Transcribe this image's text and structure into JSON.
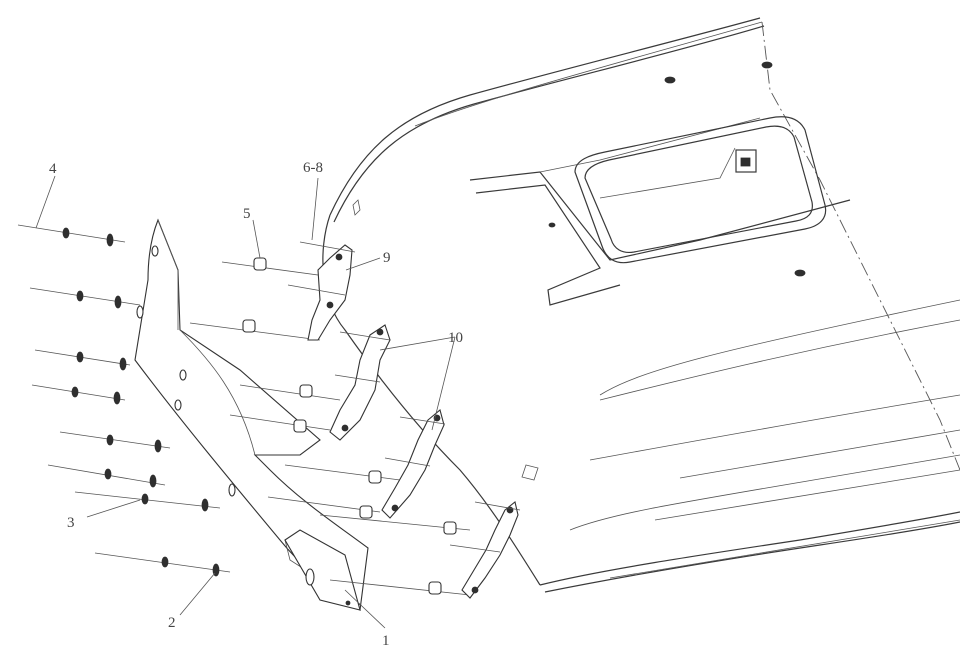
{
  "callouts": {
    "c1": "1",
    "c2": "2",
    "c3": "3",
    "c4": "4",
    "c5": "5",
    "c6_8": "6-8",
    "c9": "9",
    "c10": "10"
  }
}
